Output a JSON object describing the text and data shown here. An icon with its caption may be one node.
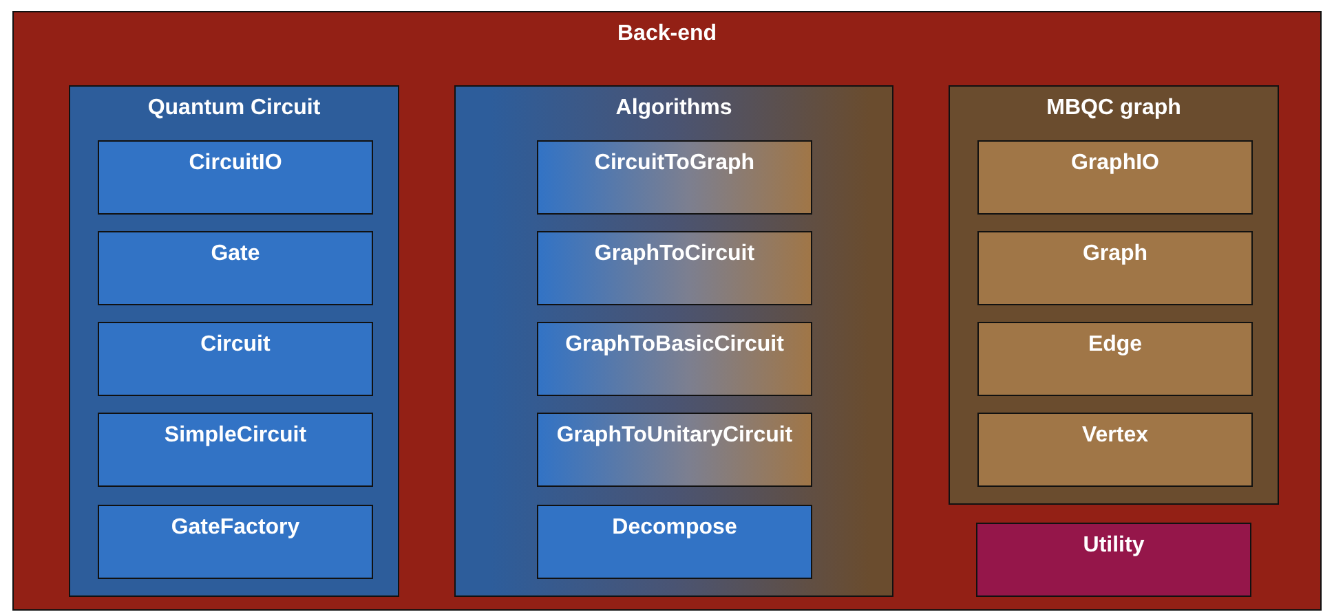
{
  "diagram": {
    "nodes": [
      {
        "text": [
          "Back-end"
        ]
      },
      {
        "text": [
          "Quantum Circuit"
        ],
        "in": 0
      },
      {
        "text": [
          "CircuitIO"
        ],
        "in": 1
      },
      {
        "text": [
          "Gate"
        ],
        "in": 1
      },
      {
        "text": [
          "Circuit"
        ],
        "in": 1
      },
      {
        "text": [
          "SimpleCircuit"
        ],
        "in": 1
      },
      {
        "text": [
          "GateFactory"
        ],
        "in": 1
      },
      {
        "text": [
          "Algorithms"
        ],
        "in": 0
      },
      {
        "text": [
          "CircuitToGraph"
        ],
        "in": 7
      },
      {
        "text": [
          "GraphToCircuit"
        ],
        "in": 7
      },
      {
        "text": [
          "GraphToBasicCircuit"
        ],
        "in": 7
      },
      {
        "text": [
          "GraphToUnitaryCircuit"
        ],
        "in": 7
      },
      {
        "text": [
          "Decompose"
        ],
        "in": 7
      },
      {
        "text": [
          "MBQC graph"
        ],
        "in": 0
      },
      {
        "text": [
          "GraphIO"
        ],
        "in": 13
      },
      {
        "text": [
          "Graph"
        ],
        "in": 13
      },
      {
        "text": [
          "Edge"
        ],
        "in": 13
      },
      {
        "text": [
          "Vertex"
        ],
        "in": 13
      },
      {
        "text": [
          "Utility"
        ],
        "in": 0
      }
    ]
  }
}
